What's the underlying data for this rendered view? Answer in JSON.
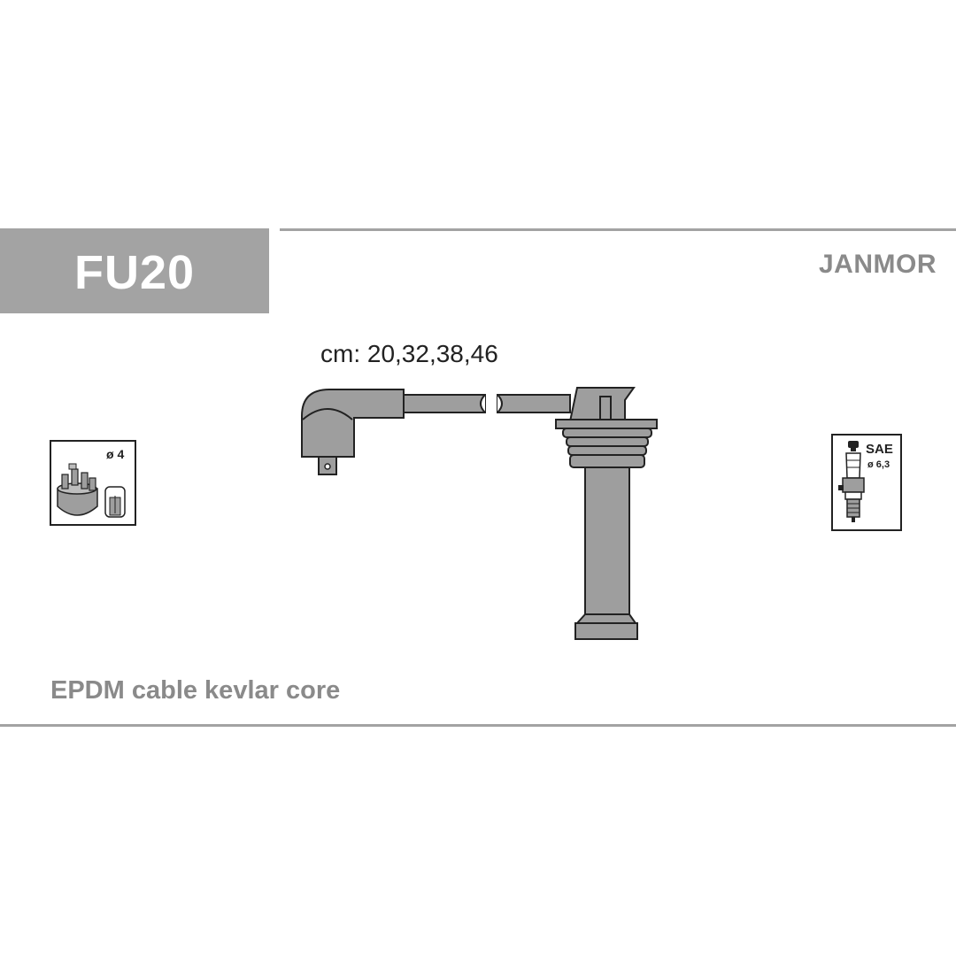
{
  "header": {
    "code": "FU20",
    "brand": "JANMOR"
  },
  "cable": {
    "lengths_label": "cm: 20,32,38,46"
  },
  "distributor_icon": {
    "label": "ø 4"
  },
  "spark_plug_icon": {
    "standard_label": "SAE",
    "diameter_label": "ø 6,3"
  },
  "footer": {
    "description": "EPDM cable kevlar core"
  },
  "colors": {
    "accent_gray": "#a3a3a3",
    "text_gray": "#8a8a8a",
    "part_fill": "#9e9e9e",
    "outline": "#222222"
  }
}
